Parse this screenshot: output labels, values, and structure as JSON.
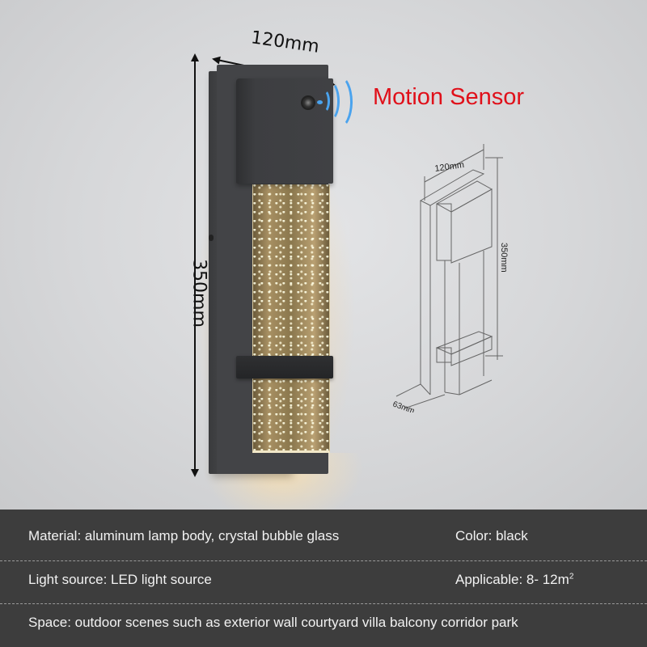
{
  "product_image": {
    "badge": "Motion Sensor",
    "badge_color": "#e0101a",
    "sensor_wave_color": "#4aa3ee",
    "dimensions": {
      "width_label": "120mm",
      "height_label": "350mm"
    },
    "line_drawing": {
      "width_label": "120mm",
      "height_label": "350mm",
      "depth_label": "63mm"
    }
  },
  "specs": {
    "material": "Material: aluminum lamp body, crystal bubble glass",
    "color": "Color:  black",
    "light_source": "Light source: LED light source",
    "applicable_prefix": "Applicable: 8- 12m",
    "applicable_sup": "2",
    "space": "Space: outdoor scenes such as exterior wall courtyard villa balcony corridor park"
  }
}
